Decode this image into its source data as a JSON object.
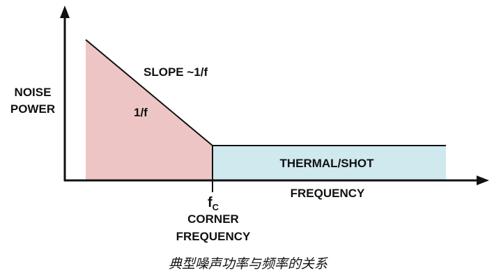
{
  "labels": {
    "y_axis_line1": "NOISE",
    "y_axis_line2": "POWER",
    "x_axis": "FREQUENCY",
    "slope": "SLOPE ~1/f",
    "region_1f": "1/f",
    "region_thermal": "THERMAL/SHOT",
    "corner_symbol": "f",
    "corner_subscript": "C",
    "corner_line1": "CORNER",
    "corner_line2": "FREQUENCY"
  },
  "caption": "典型噪声功率与频率的关系",
  "colors": {
    "region_1f_fill": "#eec5c5",
    "region_thermal_fill": "#cfe9ee",
    "line": "#111111"
  }
}
